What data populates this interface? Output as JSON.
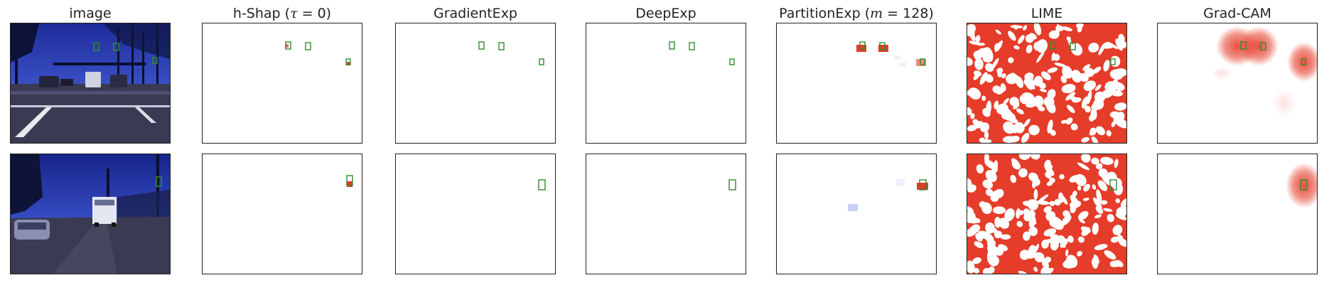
{
  "figure": {
    "columns": [
      {
        "key": "image",
        "title": "image"
      },
      {
        "key": "hshap",
        "title_pre": "h-Shap (",
        "title_var": "τ",
        "title_post": " = 0)"
      },
      {
        "key": "gradient",
        "title": "GradientExp"
      },
      {
        "key": "deep",
        "title": "DeepExp"
      },
      {
        "key": "partition",
        "title_pre": "PartitionExp (",
        "title_var": "m",
        "title_post": " = 128)"
      },
      {
        "key": "lime",
        "title": "LIME"
      },
      {
        "key": "gradcam",
        "title": "Grad-CAM"
      }
    ],
    "rows": [
      "row-1",
      "row-2"
    ]
  },
  "colors": {
    "box": "#2e8b2e",
    "attribution": "#e63c2a",
    "negative": "#c8cdf5",
    "frame": "#222222",
    "scene_sky": "#2b3fb0",
    "scene_road": "#3d3d52"
  }
}
